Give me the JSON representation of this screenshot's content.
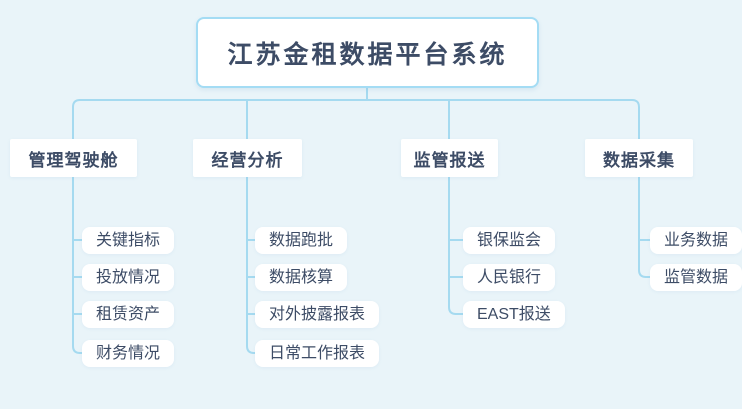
{
  "title": "江苏金租数据平台系统",
  "branches": [
    {
      "label": "管理驾驶舱",
      "children": [
        "关键指标",
        "投放情况",
        "租赁资产",
        "财务情况"
      ]
    },
    {
      "label": "经营分析",
      "children": [
        "数据跑批",
        "数据核算",
        "对外披露报表",
        "日常工作报表"
      ]
    },
    {
      "label": "监管报送",
      "children": [
        "银保监会",
        "人民银行",
        "EAST报送"
      ]
    },
    {
      "label": "数据采集",
      "children": [
        "业务数据",
        "监管数据"
      ]
    }
  ],
  "colors": {
    "background": "#e9f4f9",
    "line": "#a5daf0",
    "node_bg": "#ffffff",
    "text": "#3d4c66",
    "root_border": "#a4dcf4"
  }
}
